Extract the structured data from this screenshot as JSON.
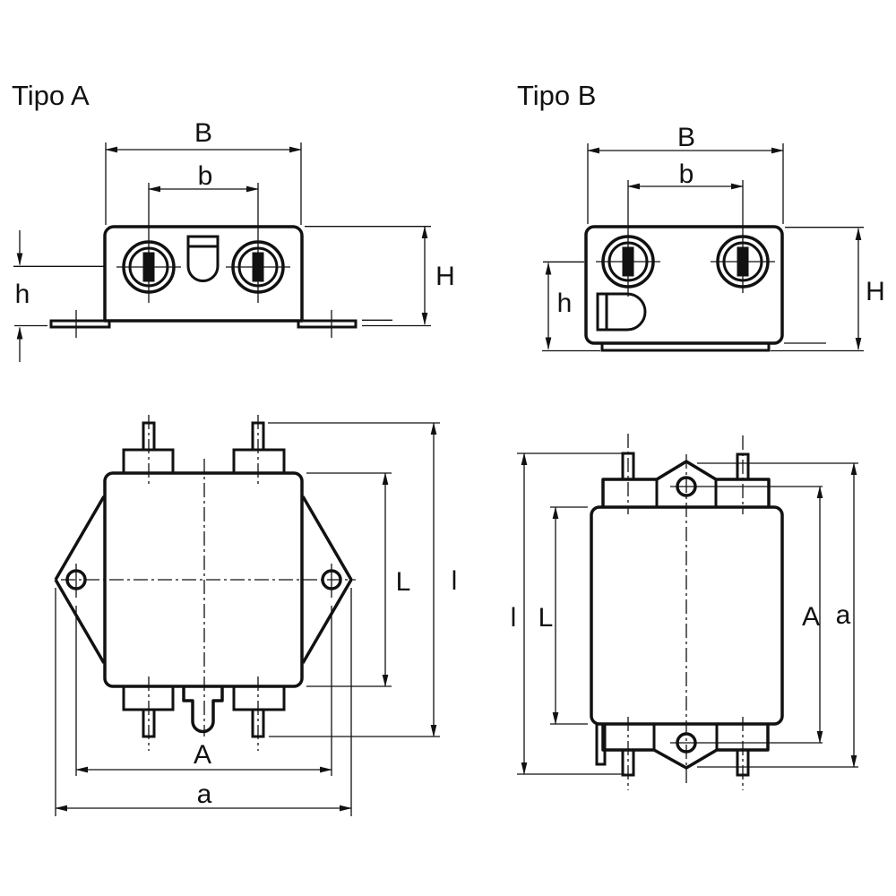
{
  "page": {
    "background_color": "#ffffff",
    "line_color": "#111111",
    "description": "Dimensional drawing of two EMI filter package types, front and plan views with dimension letters"
  },
  "tipo_a": {
    "title": "Tipo A",
    "front": {
      "B": "B",
      "b": "b",
      "H": "H",
      "h": "h"
    },
    "plan": {
      "L": "L",
      "l": "l",
      "A": "A",
      "a": "a"
    }
  },
  "tipo_b": {
    "title": "Tipo B",
    "front": {
      "B": "B",
      "b": "b",
      "H": "H",
      "h": "h"
    },
    "plan": {
      "L": "L",
      "l": "l",
      "A": "A",
      "a": "a"
    }
  }
}
